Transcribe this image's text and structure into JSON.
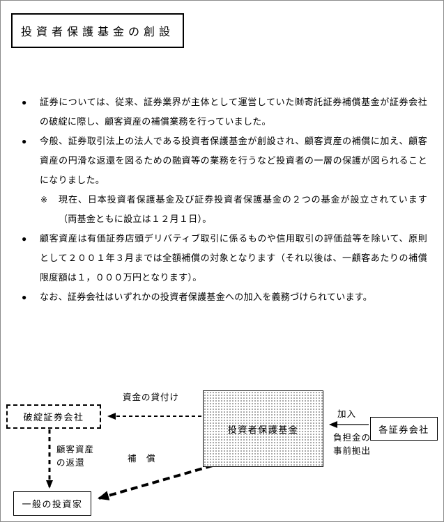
{
  "page": {
    "title": "投資者保護基金の創設"
  },
  "bullets": [
    {
      "marker": "●",
      "text": "証券については、従来、証券業界が主体として運営していた㈶寄託証券補償基金が証券会社の破綻に際し、顧客資産の補償業務を行っていました。"
    },
    {
      "marker": "●",
      "text": "今般、証券取引法上の法人である投資者保護基金が創設され、顧客資産の補償に加え、顧客資産の円滑な返還を図るための融資等の業務を行うなど投資者の一層の保護が図られることになりました。"
    },
    {
      "marker": "※",
      "text": "現在、日本投資者保護基金及び証券投資者保護基金の２つの基金が設立されています（両基金ともに設立は１２月１日）。"
    },
    {
      "marker": "●",
      "text": "顧客資産は有価証券店頭デリバティブ取引に係るものや信用取引の評価益等を除いて、原則として２００１年３月までは全額補償の対象となります（それ以後は、一顧客あたりの補償限度額は１，０００万円となります）。"
    },
    {
      "marker": "●",
      "text": "なお、証券会社はいずれかの投資者保護基金への加入を義務づけられています。"
    }
  ],
  "diagram": {
    "boxes": {
      "failed_company": "破綻証券会社",
      "protection_fund": "投資者保護基金",
      "each_company": "各証券会社",
      "general_investor": "一般の投資家"
    },
    "labels": {
      "funds_lending": "資金の貸付け",
      "join": "加入",
      "contribution_line1": "負担金の",
      "contribution_line2": "事前拠出",
      "asset_return_line1": "顧客資産",
      "asset_return_line2": "の返還",
      "compensation": "補　償"
    },
    "colors": {
      "line": "#000000",
      "fund_dot": "#8c8c8c"
    }
  }
}
